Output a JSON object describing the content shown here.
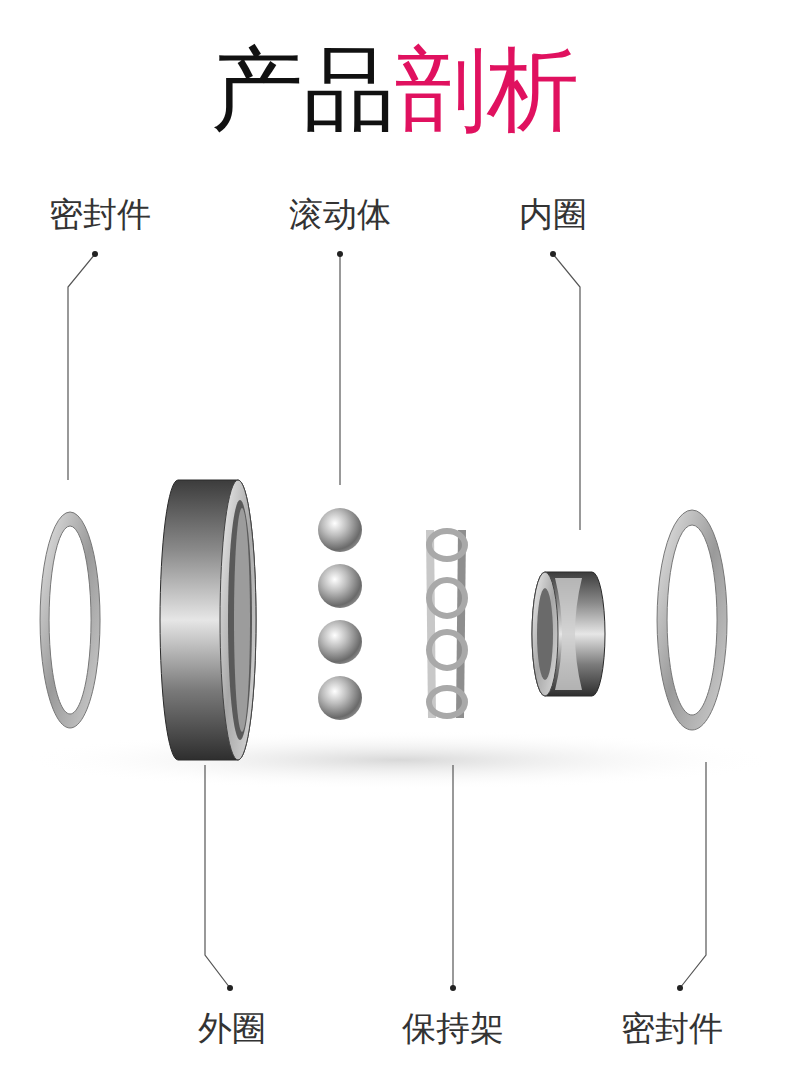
{
  "diagram": {
    "title": "产品剖析",
    "labels": [
      "密封件",
      "滚动体",
      "内圈",
      "外圈",
      "保持架",
      "密封件"
    ]
  }
}
